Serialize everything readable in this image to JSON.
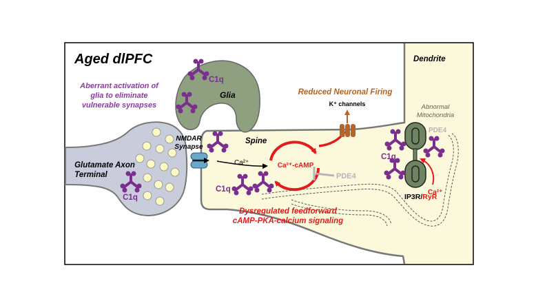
{
  "title": "Aged dlPFC",
  "labels": {
    "dendrite": "Dendrite",
    "glia": "Glia",
    "aberrant_line1": "Aberrant activation of",
    "aberrant_line2": "glia to eliminate",
    "aberrant_line3": "vulnerable synapses",
    "reduced_firing": "Reduced Neuronal Firing",
    "k_channels": "K⁺ channels",
    "abnormal": "Abnormal",
    "mitochondria": "Mitochondria",
    "nmdar_line1": "NMDAR",
    "nmdar_line2": "Synapse",
    "spine": "Spine",
    "ca_in": "Ca²⁺",
    "ca_camp": "Ca²⁺-cAMP",
    "pde4_spine": "PDE4",
    "pde4_dendrite": "PDE4",
    "axon_line1": "Glutamate Axon",
    "axon_line2": "Terminal",
    "dysreg_line1": "Dysregulated feedforward",
    "dysreg_line2": "cAMP-PKA-calcium signaling",
    "ca_mito": "Ca²⁺",
    "ip3r": "IP3R/",
    "ryr": "RyR",
    "c1q_glia": "C1q",
    "c1q_axon": "C1q",
    "c1q_spine": "C1q",
    "c1q_dendrite": "C1q"
  },
  "colors": {
    "background": "#ffffff",
    "cytoplasm": "#fbf8dc",
    "axon_fill": "#c9ccda",
    "glia_fill": "#8fa080",
    "complement": "#7a2e8e",
    "aberrant_text": "#8a3aa0",
    "signaling_red": "#e21b1b",
    "reduced_text": "#b8621b",
    "k_channel": "#b5652a",
    "mito_fill": "#6f8561",
    "pde4_gray": "#b5b5b5",
    "nmdar_blue": "#6aa7c8",
    "vesicle": "#fdfbc3"
  }
}
